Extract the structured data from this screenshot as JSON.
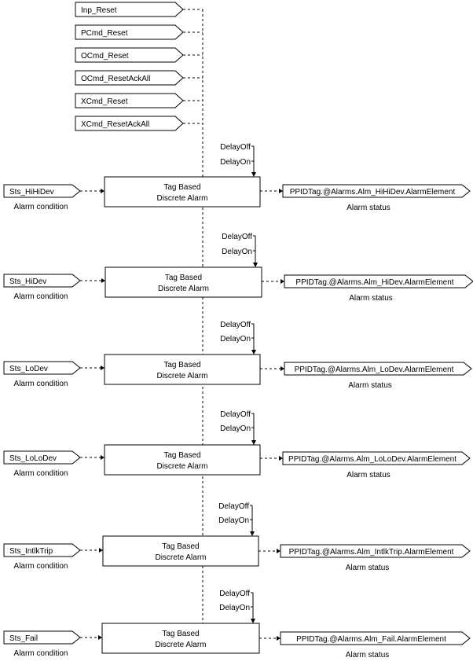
{
  "reset_inputs": [
    "Inp_Reset",
    "PCmd_Reset",
    "OCmd_Reset",
    "OCmd_ResetAckAll",
    "XCmd_Reset",
    "XCmd_ResetAckAll"
  ],
  "alarms": [
    {
      "condition": "Sts_HiHiDev",
      "condition_caption": "Alarm condition",
      "block_line1": "Tag Based",
      "block_line2": "Discrete Alarm",
      "output": "PPIDTag.@Alarms.Alm_HiHiDev.AlarmElement",
      "output_caption": "Alarm status",
      "delay_off": "DelayOff",
      "delay_on": "DelayOn"
    },
    {
      "condition": "Sts_HiDev",
      "condition_caption": "Alarm condition",
      "block_line1": "Tag Based",
      "block_line2": "Discrete Alarm",
      "output": "PPIDTag.@Alarms.Alm_HiDev.AlarmElement",
      "output_caption": "Alarm status",
      "delay_off": "DelayOff",
      "delay_on": "DelayOn"
    },
    {
      "condition": "Sts_LoDev",
      "condition_caption": "Alarm condition",
      "block_line1": "Tag Based",
      "block_line2": "Discrete Alarm",
      "output": "PPIDTag.@Alarms.Alm_LoDev.AlarmElement",
      "output_caption": "Alarm status",
      "delay_off": "DelayOff",
      "delay_on": "DelayOn"
    },
    {
      "condition": "Sts_LoLoDev",
      "condition_caption": "Alarm condition",
      "block_line1": "Tag Based",
      "block_line2": "Discrete Alarm",
      "output": "PPIDTag.@Alarms.Alm_LoLoDev.AlarmElement",
      "output_caption": "Alarm status",
      "delay_off": "DelayOff",
      "delay_on": "DelayOn"
    },
    {
      "condition": "Sts_IntlkTrip",
      "condition_caption": "Alarm condition",
      "block_line1": "Tag Based",
      "block_line2": "Discrete Alarm",
      "output": "PPIDTag.@Alarms.Alm_IntlkTrip.AlarmElement",
      "output_caption": "Alarm status",
      "delay_off": "DelayOff",
      "delay_on": "DelayOn"
    },
    {
      "condition": "Sts_Fail",
      "condition_caption": "Alarm condition",
      "block_line1": "Tag Based",
      "block_line2": "Discrete Alarm",
      "output": "PPIDTag.@Alarms.Alm_Fail.AlarmElement",
      "output_caption": "Alarm status",
      "delay_off": "DelayOff",
      "delay_on": "DelayOn"
    }
  ]
}
